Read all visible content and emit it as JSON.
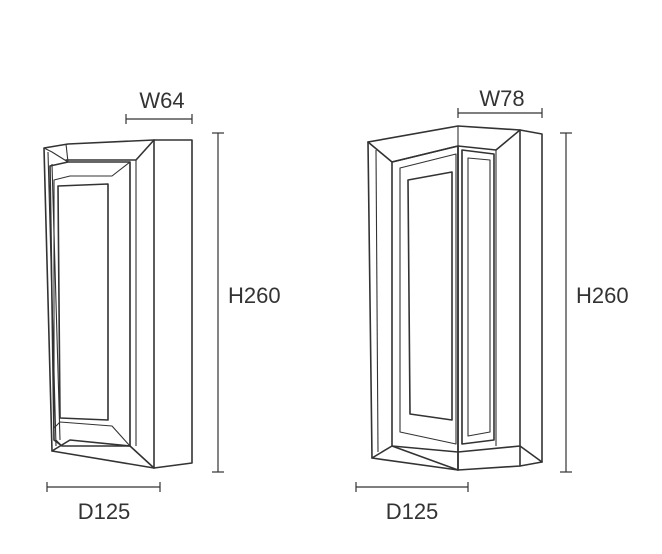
{
  "colors": {
    "line": "#333333",
    "background": "#ffffff"
  },
  "lamp_left": {
    "width_label": "W64",
    "height_label": "H260",
    "depth_label": "D125"
  },
  "lamp_right": {
    "width_label": "W78",
    "height_label": "H260",
    "depth_label": "D125"
  }
}
